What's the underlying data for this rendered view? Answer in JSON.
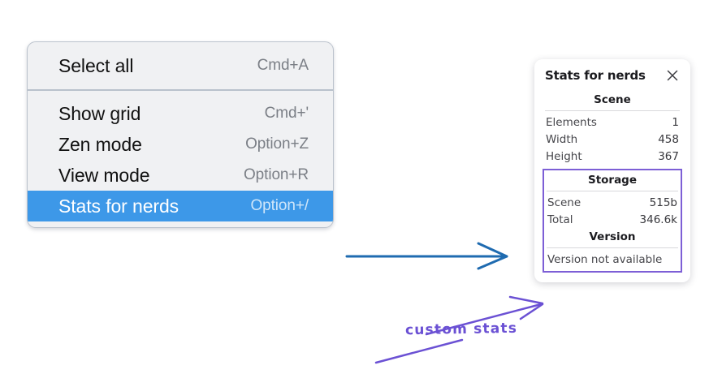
{
  "menu": {
    "groups": [
      {
        "items": [
          {
            "label": "Select all",
            "shortcut": "Cmd+A",
            "highlighted": false
          }
        ]
      },
      {
        "items": [
          {
            "label": "Show grid",
            "shortcut": "Cmd+'",
            "highlighted": false
          },
          {
            "label": "Zen mode",
            "shortcut": "Option+Z",
            "highlighted": false
          },
          {
            "label": "View mode",
            "shortcut": "Option+R",
            "highlighted": false
          },
          {
            "label": "Stats for nerds",
            "shortcut": "Option+/",
            "highlighted": true
          }
        ]
      }
    ],
    "highlight_color": "#3d98e8"
  },
  "stats_panel": {
    "title": "Stats for nerds",
    "close_icon": "close-icon",
    "scene": {
      "heading": "Scene",
      "rows": [
        {
          "label": "Elements",
          "value": "1"
        },
        {
          "label": "Width",
          "value": "458"
        },
        {
          "label": "Height",
          "value": "367"
        }
      ]
    },
    "storage": {
      "heading": "Storage",
      "rows": [
        {
          "label": "Scene",
          "value": "515b"
        },
        {
          "label": "Total",
          "value": "346.6k"
        }
      ]
    },
    "version": {
      "heading": "Version",
      "note": "Version not available"
    },
    "highlight_box_color": "#7d5fd6"
  },
  "annotations": {
    "handwriting_label": "custom stats",
    "handwriting_color": "#6b51d4",
    "blue_arrow_color": "#1f6bb0"
  }
}
